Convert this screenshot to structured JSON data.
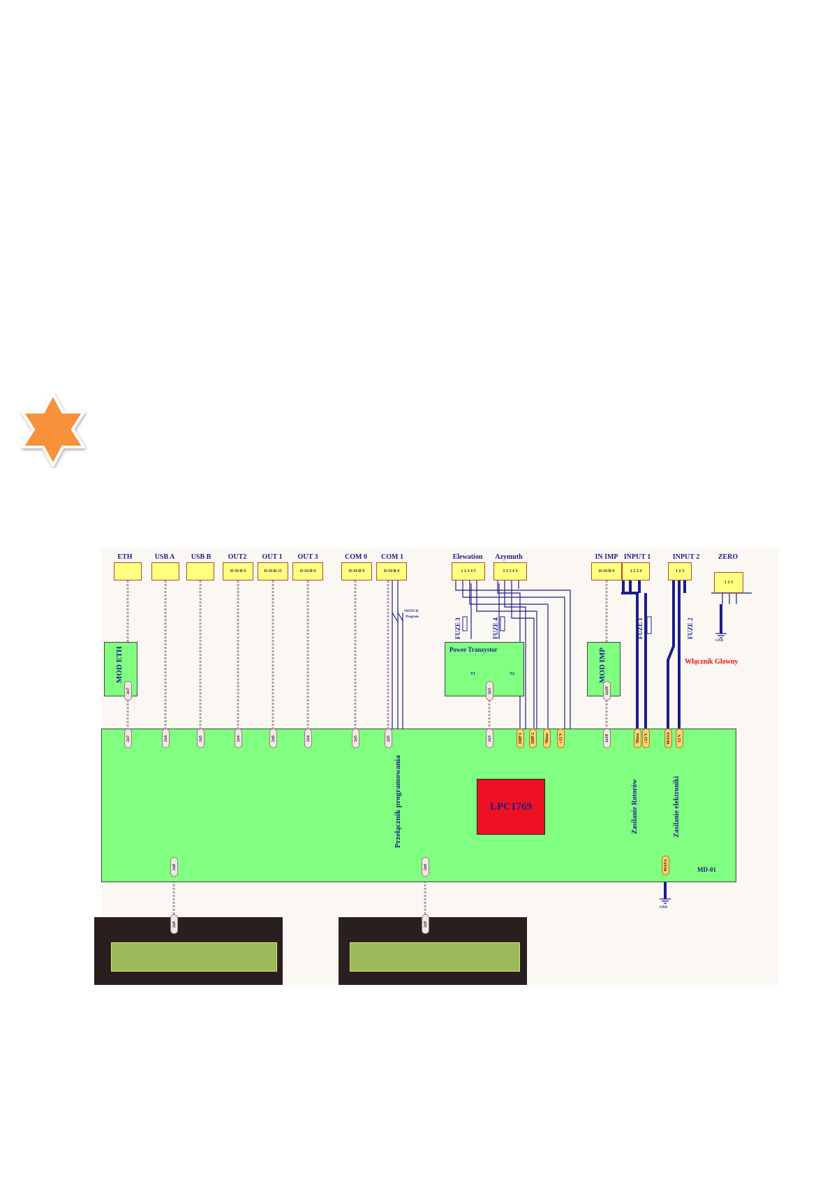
{
  "connectors": {
    "eth": "ETH",
    "usb_a": "USB A",
    "usb_b": "USB B",
    "out2": "OUT2",
    "out1": "OUT 1",
    "out3": "OUT 3",
    "com0": "COM 0",
    "com1": "COM 1",
    "elewation": "Elewation",
    "azymuth": "Azymuth",
    "in_imp": "IN IMP",
    "input1": "INPUT 1",
    "input2": "INPUT 2",
    "zero": "ZERO"
  },
  "dsub": {
    "out2": "D-SUB 9",
    "out1": "D-SUB 15",
    "out3": "D-SUB 9",
    "com0": "D-SUB 9",
    "com1": "D-SUB 9",
    "in_imp": "D-SUB 9"
  },
  "pin_numbers": {
    "five": "1 2 3 4 5",
    "four": "1 2 3 4",
    "three": "1 2 3"
  },
  "modules": {
    "mod_eth": "MOD ETH",
    "mod_imp": "MOD IMP",
    "power": "Power Tranzystor",
    "t1": "T1",
    "t2": "T2"
  },
  "fuses": {
    "f1": "FUZE 1",
    "f2": "FUZE 2",
    "f3": "FUZE 3",
    "f4": "FUZE 4"
  },
  "switch": {
    "label": "SWITCH",
    "sub": "Program"
  },
  "main_labels": {
    "cpu": "LPC1769",
    "board": "MD-01",
    "przelacznik": "Przełącznik programowania",
    "zas_rot": "Zasilanie Rotorów",
    "zas_elek": "Zasilanie elektroniki",
    "wlacznik": "Włącznik Glowny",
    "gnd": "GND"
  },
  "pins": {
    "eth_mod": "2x7",
    "eth_main": "2x7",
    "usba": "2x4",
    "usbb": "2x5",
    "out2": "2x4",
    "out1": "2x8",
    "out3": "2x4",
    "com0": "2x5",
    "com1": "2x5",
    "power_mod": "2x3",
    "power_main": "2x3",
    "imp1": "IMP 1",
    "imp2": "IMP 2",
    "masa": "Masa",
    "v12": "+12 V",
    "imp_mod": "2x10",
    "imp_main": "2x10",
    "masa_rot": "Masa",
    "v22": "+22 V",
    "masa_el": "MASA",
    "v12b": "12 V",
    "lcd1": "2x8",
    "lcd2": "2x8",
    "masa_bottom": "MASA",
    "lcd1_top": "2x8",
    "lcd2_top": "2x8"
  },
  "colors": {
    "board": "#80ff80",
    "connector": "#ffff80",
    "cpu": "#ee1124",
    "wire": "#1c1c8a",
    "star": "#f7923a"
  }
}
